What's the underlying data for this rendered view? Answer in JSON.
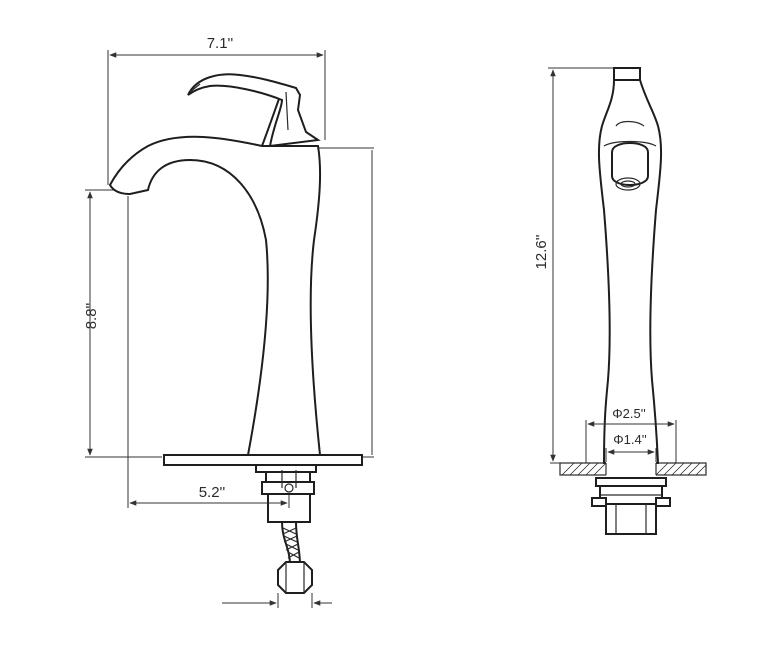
{
  "dimensions": {
    "overall_width": "7.1''",
    "spout_height": "8.8''",
    "spout_reach": "5.2''",
    "overall_height": "12.6''",
    "base_diameter": "Φ2.5''",
    "hole_diameter": "Φ1.4''"
  }
}
